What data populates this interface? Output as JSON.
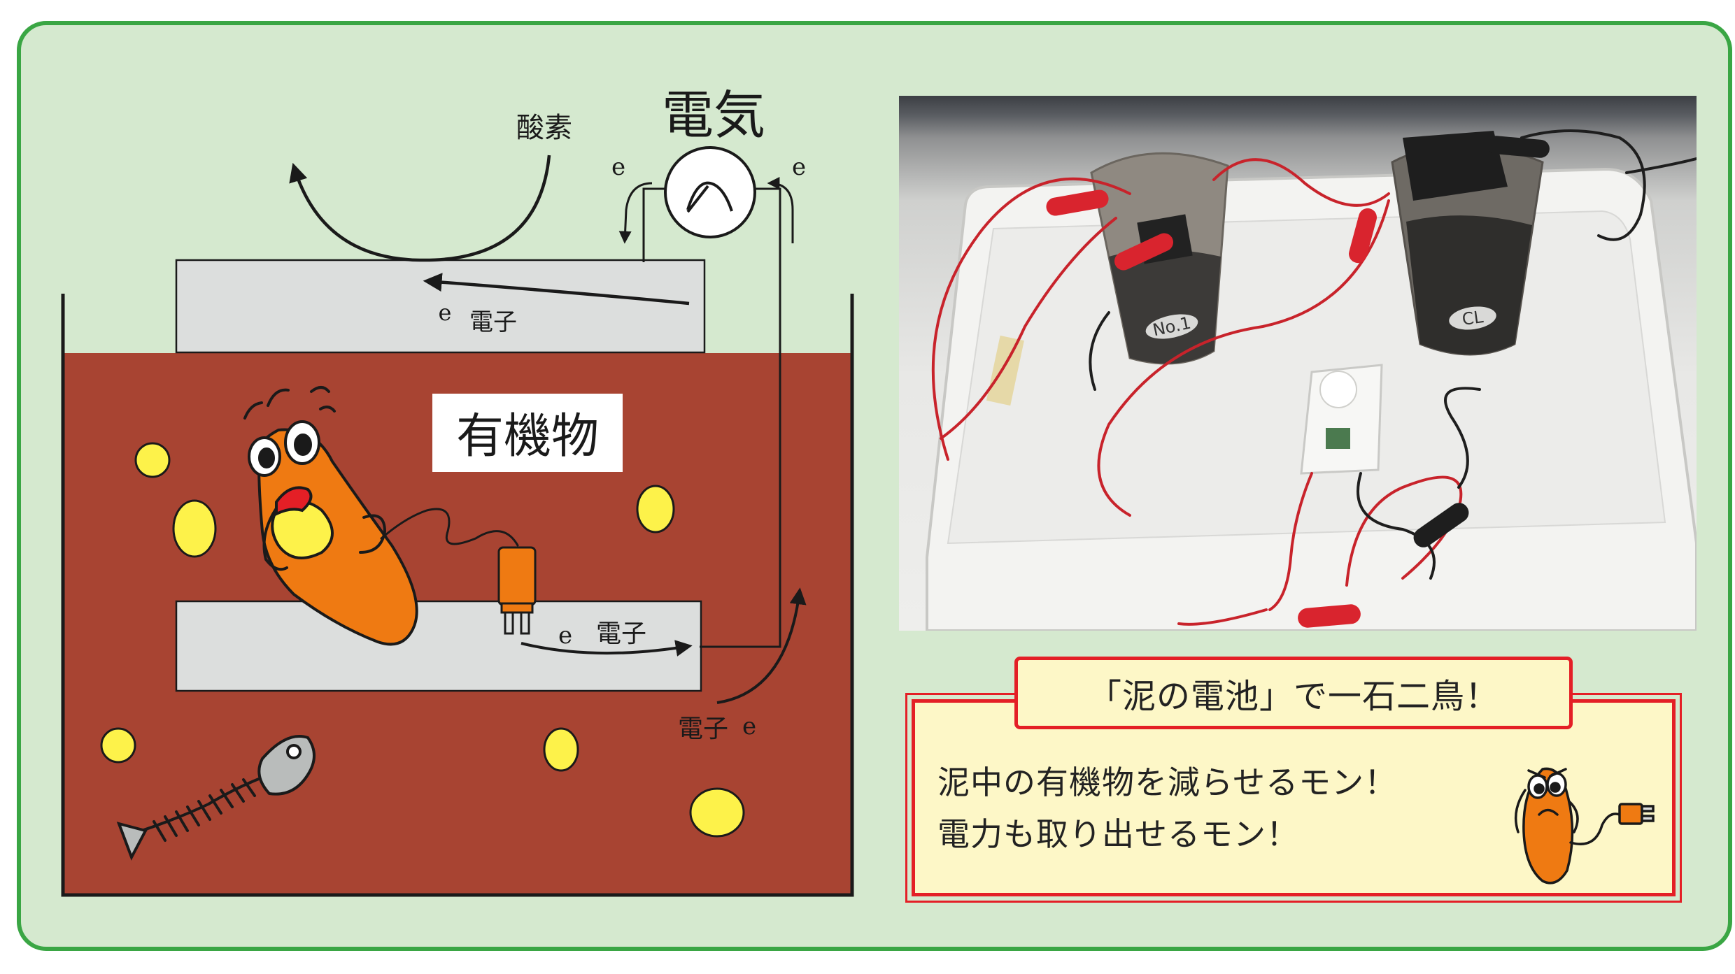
{
  "diagram": {
    "label_oxygen": "酸素",
    "label_electricity": "電気",
    "label_e_left": "e",
    "label_e_right": "e",
    "label_e_top": "e",
    "label_electron_top": "電子",
    "label_organic": "有機物",
    "label_e_bottom": "e",
    "label_electron_bottom": "電子",
    "label_electron_side": "電子",
    "label_e_side": "e"
  },
  "photo": {
    "cup_label_1": "No.1",
    "cup_label_2": "CL"
  },
  "banner": {
    "title": "「泥の電池」で一石二鳥！",
    "line1": "泥中の有機物を減らせるモン！",
    "line2": "電力も取り出せるモン！"
  },
  "colors": {
    "panel_background": "#d5e9cf",
    "panel_border": "#3aa644",
    "mud": "#a84432",
    "electrode": "#dcdedd",
    "microbe": "#ef7a12",
    "particle": "#fdf24a",
    "banner_border": "#e41f26",
    "banner_fill": "#fdf7c7"
  }
}
